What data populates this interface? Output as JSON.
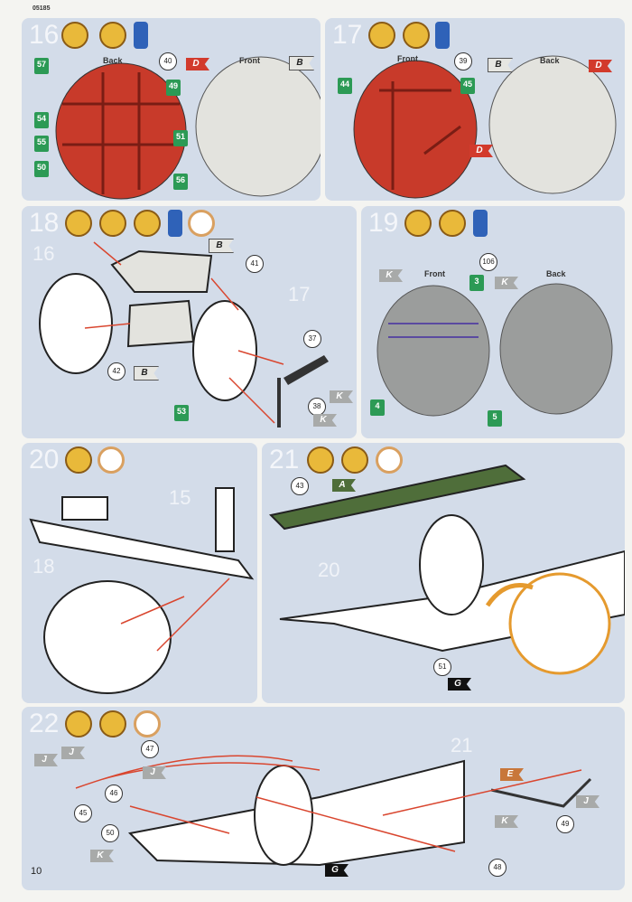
{
  "header": {
    "code": "05185"
  },
  "footer": {
    "page_number": "10"
  },
  "colors": {
    "panel": "#d3dce9",
    "red_part": "#c83a2a",
    "grey_part": "#e3e3de",
    "decal": "#2c9a55"
  },
  "steps": [
    {
      "number": "16",
      "icons": [
        "paint-brush-icon",
        "decal-icon",
        "glue-bottle-icon"
      ],
      "views": [
        "Back",
        "Front"
      ],
      "parts": [
        "40"
      ],
      "decals": [
        "57",
        "49",
        "54",
        "55",
        "51",
        "50",
        "56"
      ],
      "flags": [
        "D",
        "B"
      ]
    },
    {
      "number": "17",
      "icons": [
        "paint-brush-icon",
        "decal-icon",
        "glue-bottle-icon"
      ],
      "views": [
        "Front",
        "Back"
      ],
      "parts": [
        "39"
      ],
      "decals": [
        "44",
        "45"
      ],
      "flags": [
        "B",
        "D",
        "D"
      ]
    },
    {
      "number": "18",
      "icons": [
        "glue-drop-icon",
        "paint-brush-icon",
        "decal-icon",
        "glue-bottle-icon",
        "clock-icon"
      ],
      "subassemblies": [
        "16",
        "17"
      ],
      "parts": [
        "41",
        "42",
        "37",
        "38"
      ],
      "decals": [
        "53"
      ],
      "flags": [
        "B",
        "B",
        "K",
        "K"
      ]
    },
    {
      "number": "19",
      "icons": [
        "paint-brush-icon",
        "decal-icon",
        "glue-bottle-icon"
      ],
      "views": [
        "Front",
        "Back"
      ],
      "parts": [
        "106"
      ],
      "decals": [
        "3",
        "4",
        "5"
      ],
      "flags": [
        "K",
        "K"
      ]
    },
    {
      "number": "20",
      "icons": [
        "glue-icon",
        "clock-icon"
      ],
      "subassemblies": [
        "15",
        "18"
      ]
    },
    {
      "number": "21",
      "icons": [
        "glue-icon",
        "paint-brush-icon",
        "clock-icon"
      ],
      "subassemblies": [
        "20"
      ],
      "parts": [
        "43",
        "51"
      ],
      "flags": [
        "A",
        "G"
      ]
    },
    {
      "number": "22",
      "icons": [
        "glue-icon",
        "paint-brush-icon",
        "clock-icon"
      ],
      "subassemblies": [
        "21"
      ],
      "parts": [
        "47",
        "46",
        "45",
        "50",
        "49",
        "48"
      ],
      "flags": [
        "J",
        "J",
        "J",
        "E",
        "K",
        "J",
        "K",
        "G"
      ]
    }
  ]
}
